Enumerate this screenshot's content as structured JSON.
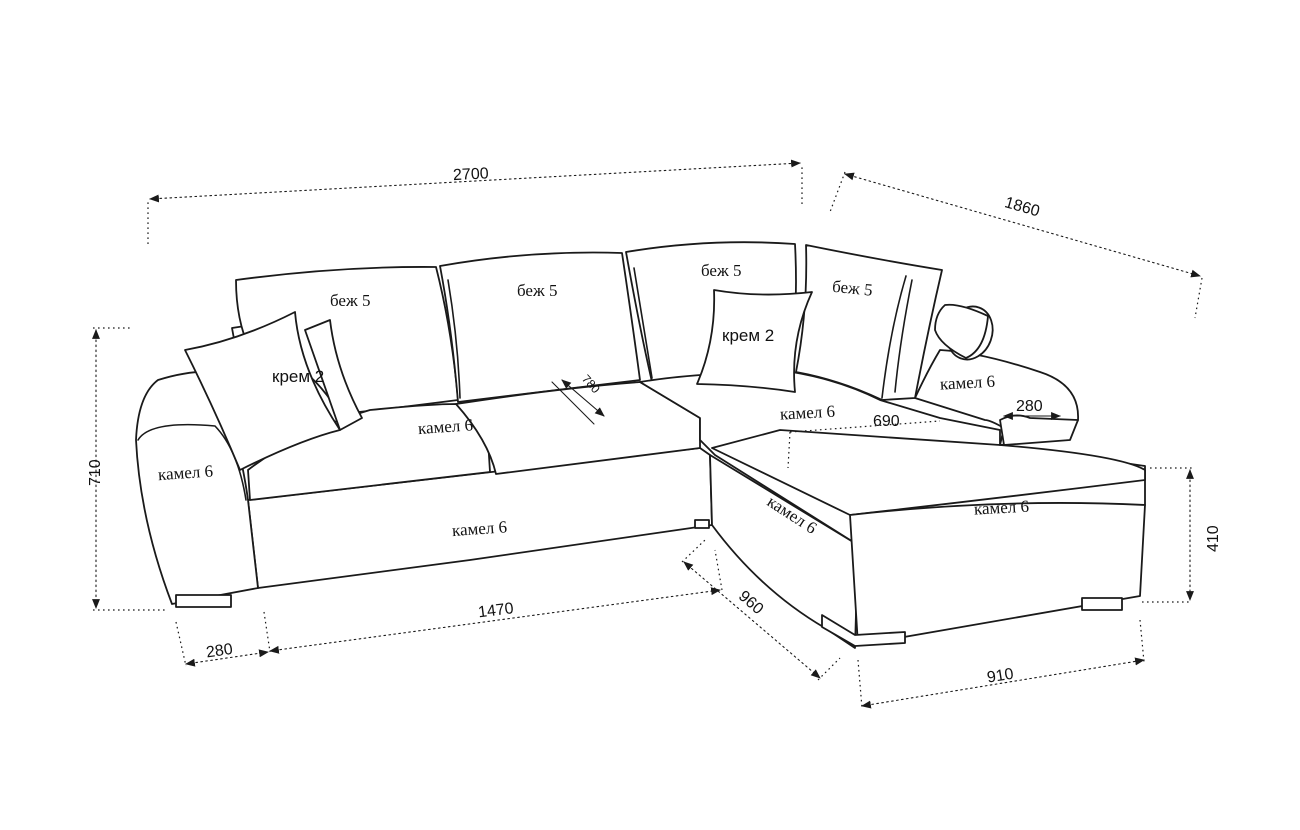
{
  "diagram": {
    "dimensions": {
      "total_length": "2700",
      "chaise_length": "1860",
      "height": "710",
      "seat_depth": "780",
      "chaise_inner": "690",
      "roll_arm": "280",
      "arm_width": "280",
      "main_length": "1470",
      "corner_depth": "960",
      "chaise_width": "910",
      "seat_height": "410"
    },
    "labels": {
      "back_cushion_1": "беж 5",
      "back_cushion_2": "беж 5",
      "back_cushion_3": "беж 5",
      "back_cushion_4": "беж 5",
      "pillow_left": "крем 2",
      "pillow_right": "крем 2",
      "seat_left": "камел 6",
      "arm_left": "камел 6",
      "base_front": "камел 6",
      "corner_seat": "камел 6",
      "chaise_back": "камел 6",
      "chaise_seat": "камел 6",
      "corner_side": "камел 6"
    }
  }
}
